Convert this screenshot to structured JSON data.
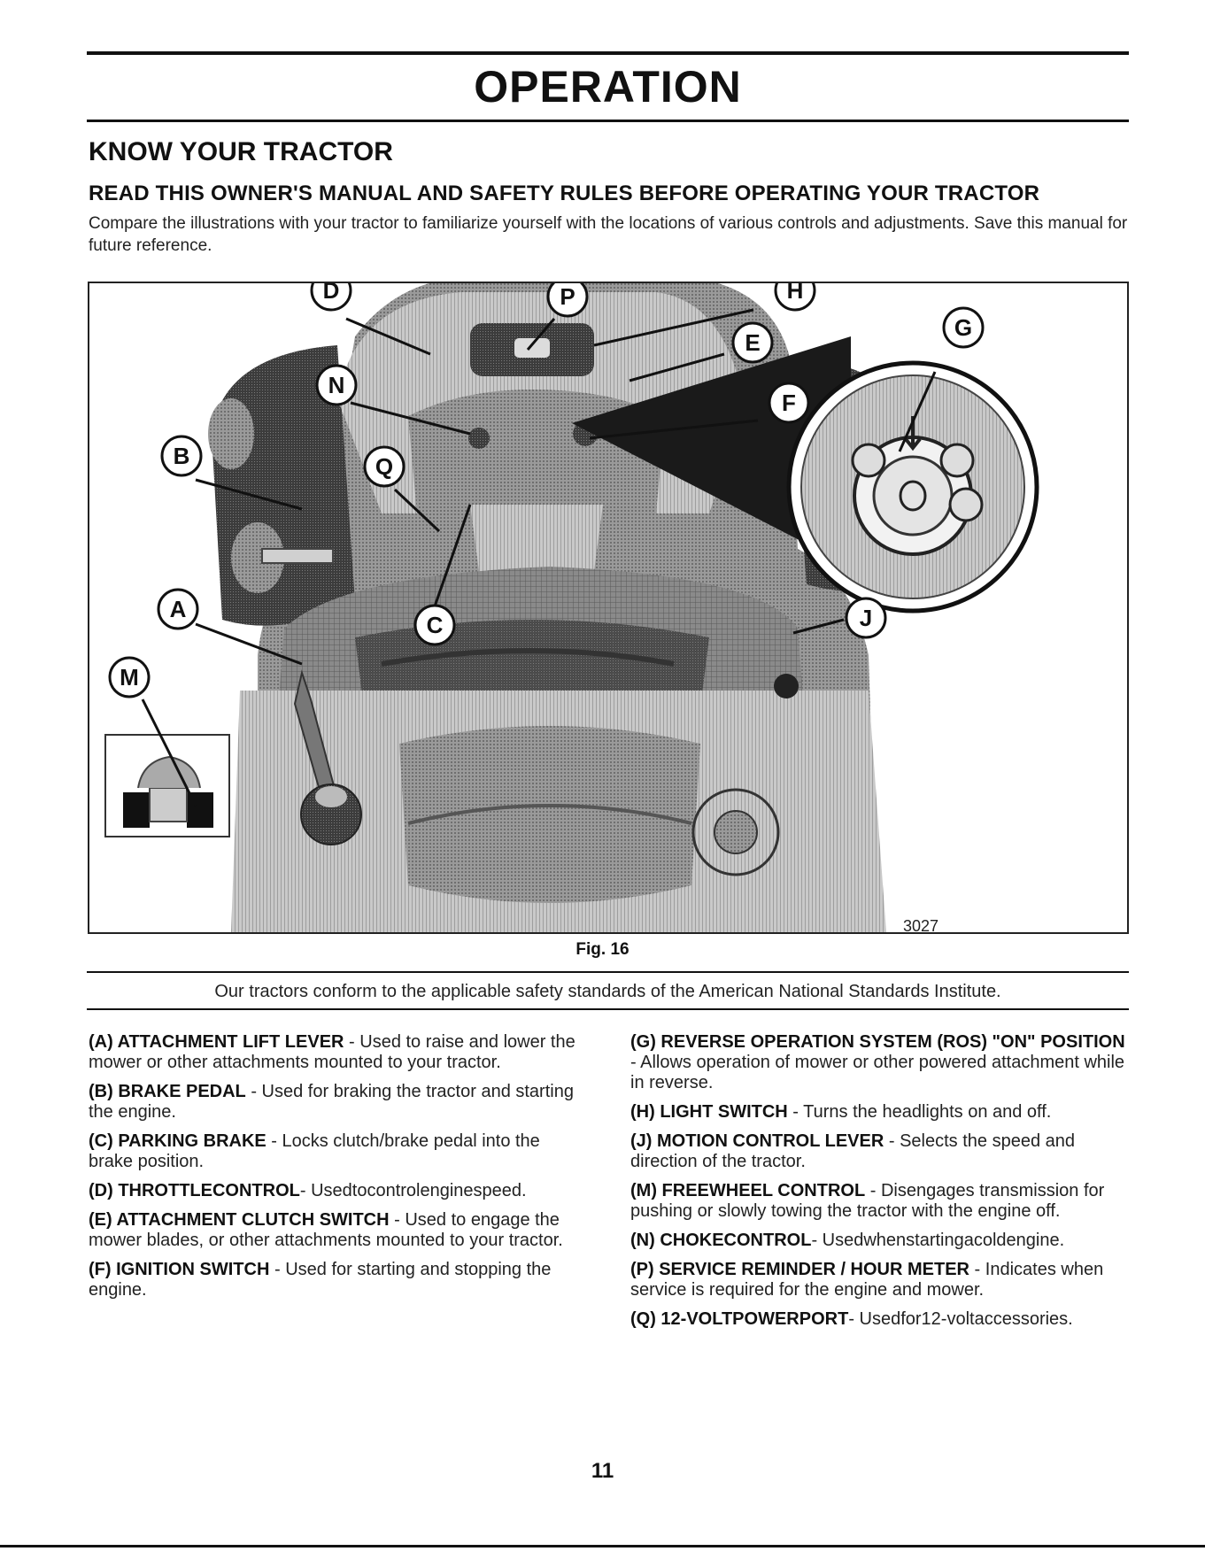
{
  "header": {
    "title": "OPERATION",
    "section": "KNOW YOUR TRACTOR",
    "subtitle": "READ THIS OWNER'S MANUAL AND SAFETY RULES BEFORE OPERATING YOUR TRACTOR",
    "intro": "Compare the illustrations with your tractor to familiarize yourself with the locations of various controls and adjustments. Save this manual for future reference."
  },
  "figure": {
    "caption": "Fig. 16",
    "code": "3027",
    "callouts": [
      "D",
      "P",
      "H",
      "E",
      "G",
      "N",
      "F",
      "B",
      "Q",
      "A",
      "C",
      "J",
      "M"
    ]
  },
  "standards_note": "Our tractors conform to the applicable safety standards of the American National Standards Institute.",
  "items_left": [
    {
      "term": "(A) ATTACHMENT LIFT LEVER",
      "desc": " - Used to raise and lower the mower or other attachments mounted to your tractor."
    },
    {
      "term": "(B) BRAKE PEDAL",
      "desc": " - Used for braking the tractor and starting the engine."
    },
    {
      "term": "(C) PARKING BRAKE",
      "desc": " - Locks clutch/brake pedal into the brake position."
    },
    {
      "term": "(D) THROTTLECONTROL",
      "desc": "- Usedtocontrolenginespeed."
    },
    {
      "term": "(E) ATTACHMENT CLUTCH SWITCH",
      "desc": " - Used to engage the mower blades, or other attachments mounted to your tractor."
    },
    {
      "term": "(F) IGNITION SWITCH",
      "desc": " - Used for starting and stopping the engine."
    }
  ],
  "items_right": [
    {
      "term": "(G) REVERSE OPERATION SYSTEM (ROS) \"ON\" POSITION",
      "desc": " - Allows operation of mower or other powered attachment while in reverse."
    },
    {
      "term": "(H) LIGHT SWITCH",
      "desc": " - Turns the headlights on and off."
    },
    {
      "term": "(J) MOTION CONTROL LEVER",
      "desc": " - Selects the speed and direction of the tractor."
    },
    {
      "term": "(M) FREEWHEEL CONTROL",
      "desc": " - Disengages transmission for pushing or slowly towing the tractor with the engine off."
    },
    {
      "term": "(N) CHOKECONTROL",
      "desc": "- Usedwhenstartingacoldengine."
    },
    {
      "term": "(P) SERVICE REMINDER / HOUR METER",
      "desc": " - Indicates when service is required for the engine and mower."
    },
    {
      "term": "(Q) 12-VOLTPOWERPORT",
      "desc": "- Usedfor12-voltaccessories."
    }
  ],
  "page_number": "11"
}
